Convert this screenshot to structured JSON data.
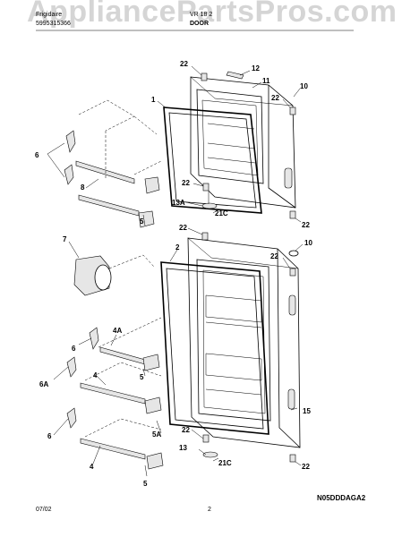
{
  "watermark": "AppliancePartsPros.com",
  "header": {
    "brand_line1": "Frigidaire",
    "brand_line2": "5995315366",
    "model": "VR 18 2",
    "section": "DOOR"
  },
  "callouts": {
    "c22a": "22",
    "c12": "12",
    "c11": "11",
    "c1": "1",
    "c10a": "10",
    "c22b": "22",
    "c6a": "6",
    "c8": "8",
    "c22c": "22",
    "c13a": "13A",
    "c21ca": "21C",
    "c5a": "5",
    "c22d": "22",
    "c22e": "22",
    "c7": "7",
    "c10b": "10",
    "c22f": "22",
    "c2": "2",
    "c4a": "4A",
    "c6b": "6",
    "c5b": "5",
    "c4b": "4",
    "c6c": "6A",
    "c15": "15",
    "c6d": "6",
    "c5c": "5A",
    "c22g": "22",
    "c13b": "13",
    "c21cb": "21C",
    "c22h": "22",
    "c4c": "4",
    "c5d": "5"
  },
  "footer": {
    "date": "07/02",
    "page": "2",
    "drawing_code": "N05DDDAGA2"
  }
}
